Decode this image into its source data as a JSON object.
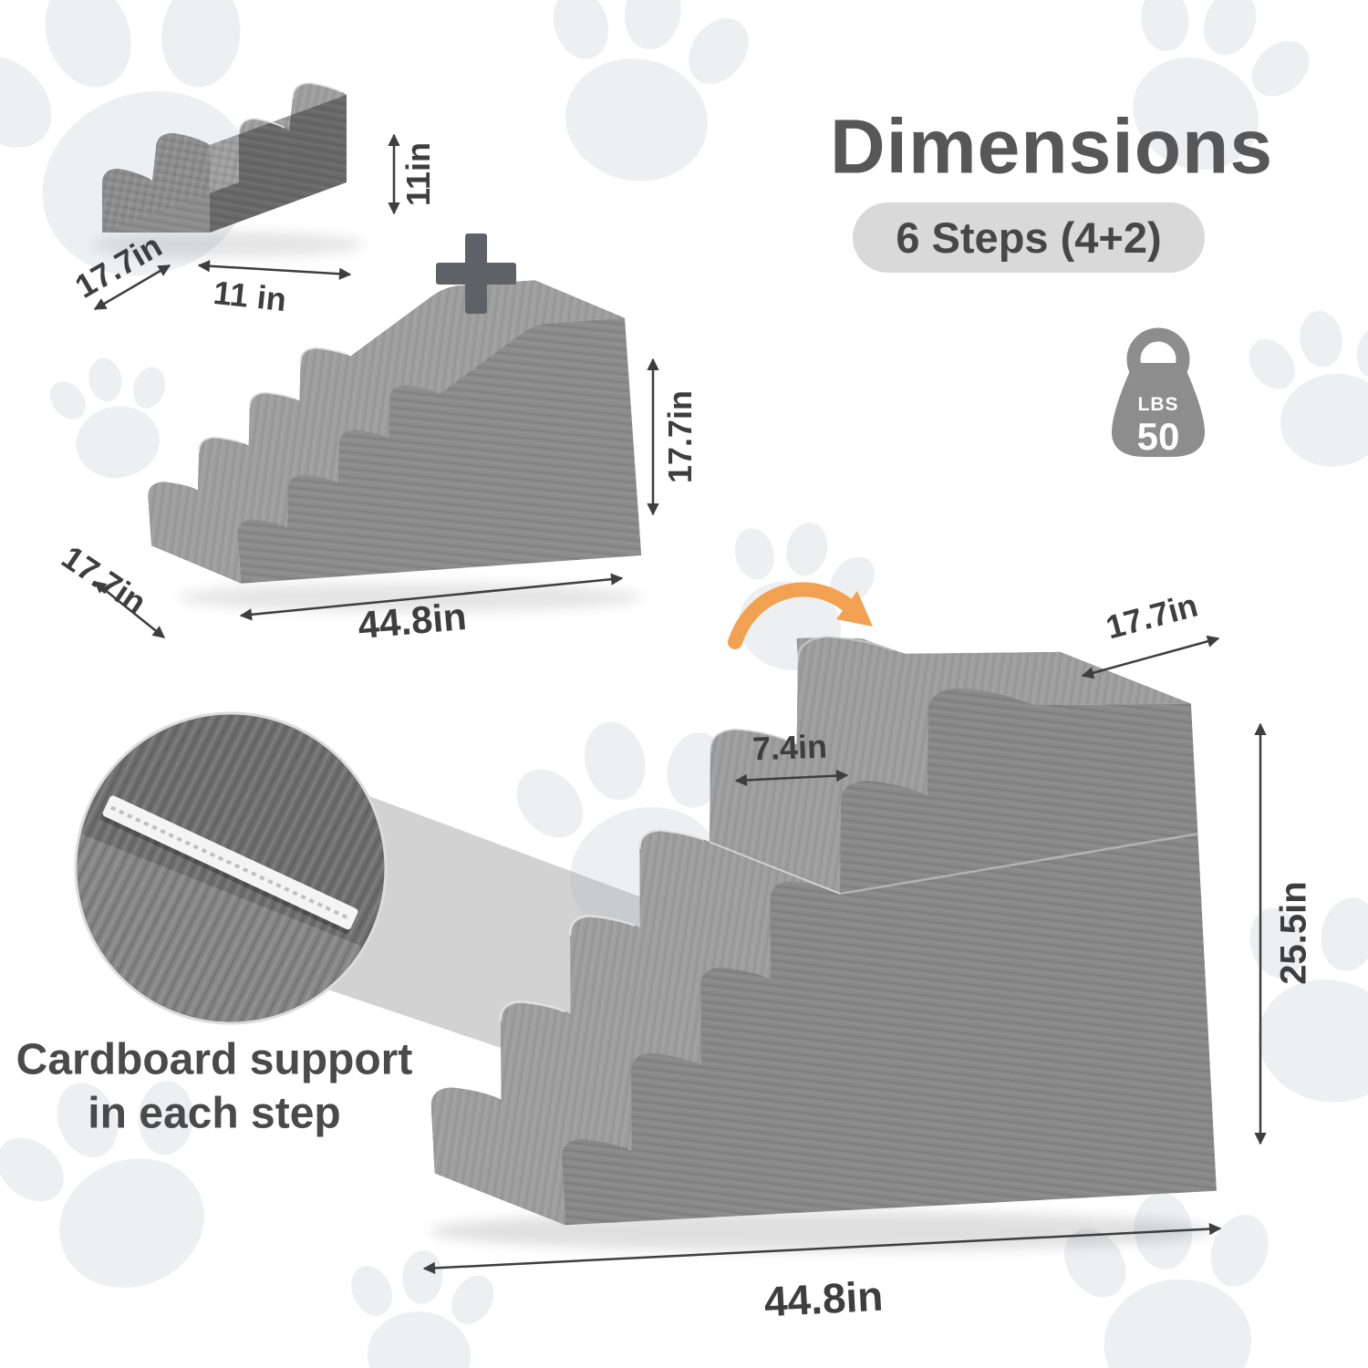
{
  "title": "Dimensions",
  "badge_label": "6 Steps (4+2)",
  "weight_badge": {
    "unit": "LBS",
    "value": "50"
  },
  "plus_sign": "+",
  "caption": {
    "line1": "Cardboard support",
    "line2": "in each step"
  },
  "stairs": {
    "small": {
      "height": "11in",
      "width": "11 in",
      "depth": "17.7in"
    },
    "medium": {
      "height": "17.7in",
      "length": "44.8in",
      "depth": "17.7in"
    },
    "large": {
      "tread_depth": "7.4in",
      "depth": "17.7in",
      "height": "25.5in",
      "length": "44.8in"
    }
  },
  "colors": {
    "accent_orange": "#F2A152",
    "stair_gray": "#8A8A8A",
    "tread_gray": "#9E9E9E",
    "dark_gray": "#6F6F6F",
    "text_gray": "#3E3E3E",
    "badge_bg": "#D9D9D9"
  }
}
